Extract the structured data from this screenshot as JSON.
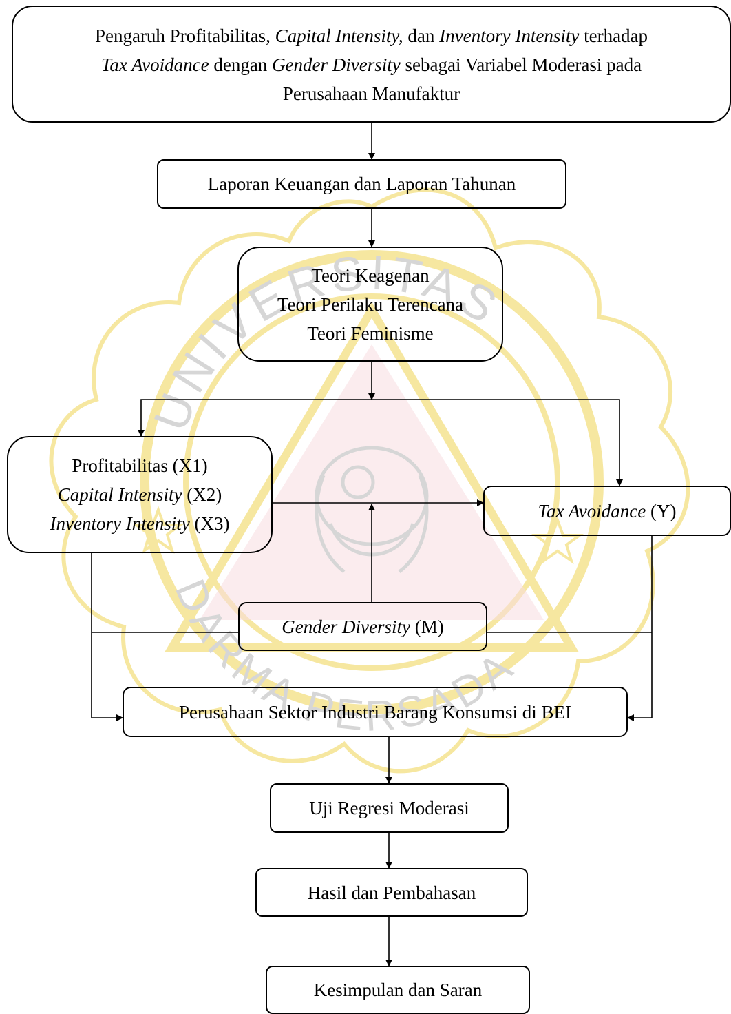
{
  "watermark": {
    "arc_text": "UNIVERSITAS",
    "lower_text": "DARMA PERSADA",
    "colors": {
      "gold": "#f6e7a0",
      "red": "#f5cfd3",
      "gray": "#d6d6d6"
    }
  },
  "nodes": {
    "title": {
      "lines": [
        [
          {
            "text": "Pengaruh Profitabilitas, ",
            "italic": false
          },
          {
            "text": "Capital Intensity,",
            "italic": true
          },
          {
            "text": " dan ",
            "italic": false
          },
          {
            "text": "Inventory Intensity",
            "italic": true
          },
          {
            "text": " terhadap",
            "italic": false
          }
        ],
        [
          {
            "text": "Tax Avoidance",
            "italic": true
          },
          {
            "text": " dengan ",
            "italic": false
          },
          {
            "text": "Gender Diversity",
            "italic": true
          },
          {
            "text": " sebagai Variabel Moderasi pada",
            "italic": false
          }
        ],
        [
          {
            "text": "Perusahaan Manufaktur",
            "italic": false
          }
        ]
      ]
    },
    "laporan": "Laporan Keuangan dan Laporan Tahunan",
    "teori": [
      "Teori Keagenan",
      "Teori Perilaku Terencana",
      "Teori Feminisme"
    ],
    "independent": {
      "line1": "Profitabilitas (X1)",
      "line2_italic": "Capital Intensity",
      "line2_rest": " (X2)",
      "line3_italic": "Inventory Intensity",
      "line3_rest": " (X3)"
    },
    "dependent": {
      "italic": "Tax Avoidance",
      "rest": " (Y)"
    },
    "moderator": {
      "italic": "Gender Diversity",
      "rest": " (M)"
    },
    "perusahaan": "Perusahaan Sektor Industri Barang Konsumsi di BEI",
    "uji": "Uji Regresi Moderasi",
    "hasil": "Hasil dan Pembahasan",
    "kesimpulan": "Kesimpulan dan Saran"
  }
}
